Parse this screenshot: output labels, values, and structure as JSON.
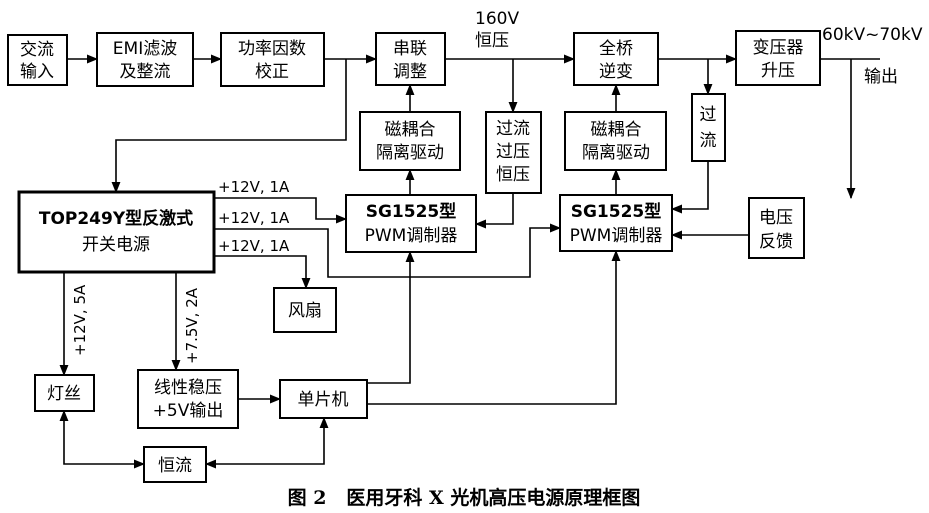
{
  "nodes": {
    "ac_input": [
      "交流",
      "输入"
    ],
    "emi": [
      "EMI滤波",
      "及整流"
    ],
    "pfc": [
      "功率因数",
      "校正"
    ],
    "series_reg": [
      "串联",
      "调整"
    ],
    "full_bridge": [
      "全桥",
      "逆变"
    ],
    "transformer": [
      "变压器",
      "升压"
    ],
    "mag_drive_1": [
      "磁耦合",
      "隔离驱动"
    ],
    "ovp": [
      "过流",
      "过压",
      "恒压"
    ],
    "mag_drive_2": [
      "磁耦合",
      "隔离驱动"
    ],
    "overcurrent": [
      "过",
      "流"
    ],
    "top249": [
      "TOP249Y型反激式",
      "开关电源"
    ],
    "sg1525_1": [
      "SG1525型",
      "PWM调制器"
    ],
    "sg1525_2": [
      "SG1525型",
      "PWM调制器"
    ],
    "voltage_fb": [
      "电压",
      "反馈"
    ],
    "fan": [
      "风扇"
    ],
    "filament": [
      "灯丝"
    ],
    "linear_reg": [
      "线性稳压",
      "+5V输出"
    ],
    "mcu": [
      "单片机"
    ],
    "const_current": [
      "恒流"
    ]
  },
  "labels": {
    "bus_voltage": [
      "160V",
      "恒压"
    ],
    "hv_output": [
      "60kV~70kV",
      "输出"
    ],
    "rail_1": "+12V, 1A",
    "rail_2": "+12V, 1A",
    "rail_3": "+12V, 1A",
    "rail_filament": "+12V, 5A",
    "rail_linear": "+7.5V, 2A"
  },
  "caption": "图 2   医用牙科 X 光机高压电源原理框图"
}
